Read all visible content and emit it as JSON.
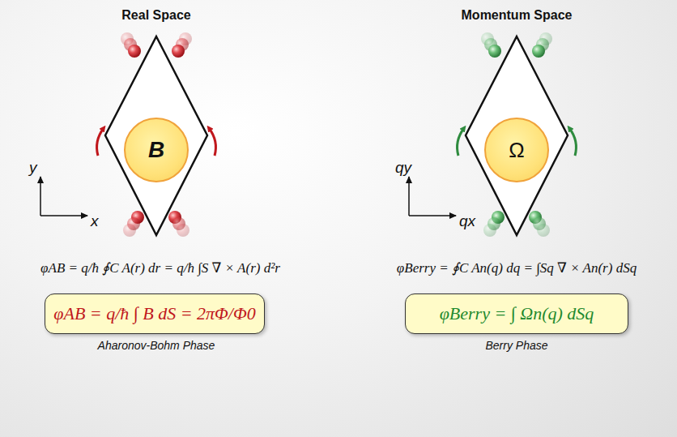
{
  "diagram": {
    "nodes": [
      {
        "text": [
          "B"
        ]
      },
      {
        "text": [
          "Ω"
        ]
      },
      {
        "text": [
          "φAB = q/ħ ∫ B dS = 2πΦ/Φ0"
        ]
      },
      {
        "text": [
          "φBerry = ∫ Ωn(q) dSq"
        ]
      }
    ],
    "labels": [
      "Real Space",
      "Momentum Space",
      "y",
      "x",
      "qy",
      "qx",
      "φAB = q/ħ ∮C A(r) dr = q/ħ ∫S ∇ × A(r) d²r",
      "φBerry = ∮C An(q) dq = ∫Sq ∇ × An(r) dSq",
      "Aharonov-Bohm Phase",
      "Berry Phase"
    ]
  }
}
